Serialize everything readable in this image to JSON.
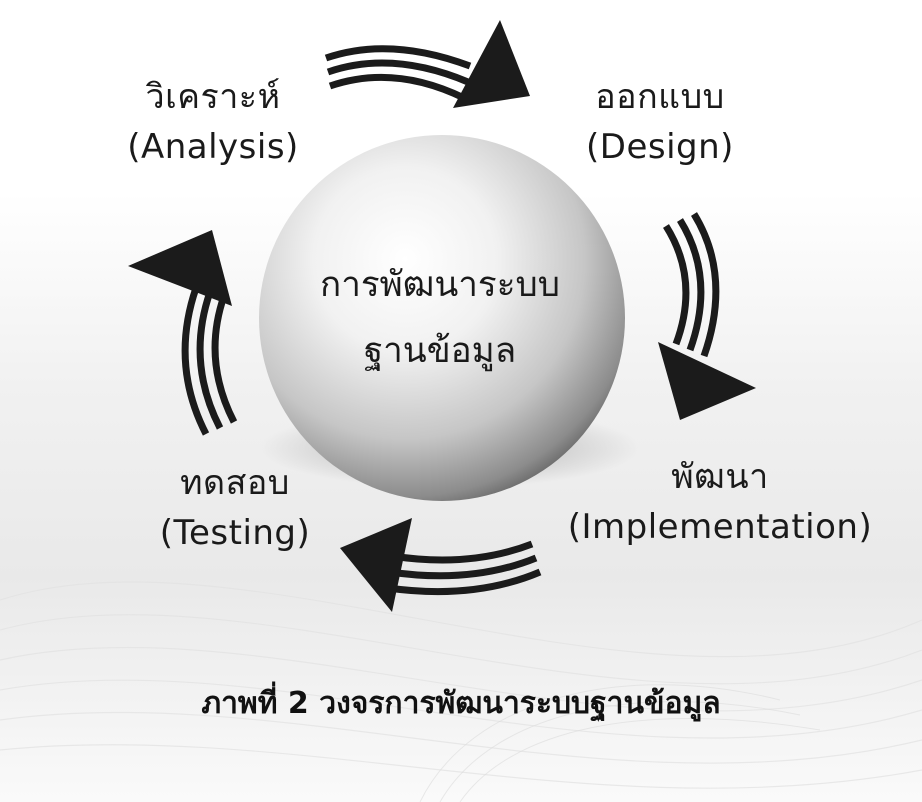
{
  "diagram": {
    "center": {
      "line1": "การพัฒนาระบบ",
      "line2": "ฐานข้อมูล"
    },
    "stages": {
      "analysis": {
        "thai": "วิเคราะห์",
        "english": "(Analysis)"
      },
      "design": {
        "thai": "ออกแบบ",
        "english": "(Design)"
      },
      "implementation": {
        "thai": "พัฒนา",
        "english": "(Implementation)"
      },
      "testing": {
        "thai": "ทดสอบ",
        "english": "(Testing)"
      }
    },
    "caption": "ภาพที่ 2 วงจรการพัฒนาระบบฐานข้อมูล",
    "colors": {
      "arrow": "#1b1b1b",
      "text": "#1a1a1a",
      "sphere_light": "#ffffff",
      "sphere_dark": "#5a5a5a"
    }
  }
}
